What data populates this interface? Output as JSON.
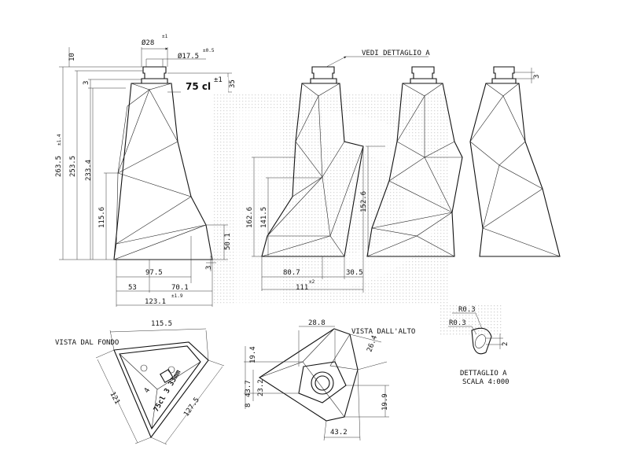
{
  "labels": {
    "vedi_dettaglio": "VEDI DETTAGLIO A",
    "vista_dal_fondo": "VISTA DAL FONDO",
    "vista_dall_alto": "VISTA DALL'ALTO",
    "dettaglio_a": "DETTAGLIO A",
    "scala": "SCALA 4:000",
    "capacity": "75 cl",
    "capacity_tol": "±1",
    "bottom_mark_1": "75cl 3 33mm",
    "bottom_mark_2": "4"
  },
  "dims": {
    "dia_28": "Ø28",
    "dia_28_tol": "±1",
    "dia_17_5": "Ø17.5",
    "dia_17_5_tol": "±0.5",
    "d_10": "10",
    "d_3": "3",
    "d_35": "35",
    "d_263_5": "263.5",
    "d_263_5_tol": "±1.4",
    "d_253_5": "253.5",
    "d_233_4": "233.4",
    "d_115_6": "115.6",
    "d_50_1": "50.1",
    "d_3b": "3",
    "d_97_5": "97.5",
    "d_53": "53",
    "d_70_1": "70.1",
    "d_123_1": "123.1",
    "d_123_1_tol": "±1.9",
    "d_162_6": "162.6",
    "d_141_5": "141.5",
    "d_80_7": "80.7",
    "d_30_5": "30.5",
    "d_111": "111",
    "d_111_tol": "±2",
    "d_152_6": "152.6",
    "d_3c": "3",
    "d_115_5": "115.5",
    "d_121": "121",
    "d_127_5": "127.5",
    "d_28_8": "28.8",
    "d_19_4": "19.4",
    "d_26_4": "26.4",
    "d_23_2": "23.2",
    "d_43_7": "43.7",
    "d_28b": "8",
    "d_19_9": "19.9",
    "d_43_2": "43.2",
    "d_r0_3a": "R0.3",
    "d_r0_3b": "R0.3",
    "d_2": "2"
  }
}
